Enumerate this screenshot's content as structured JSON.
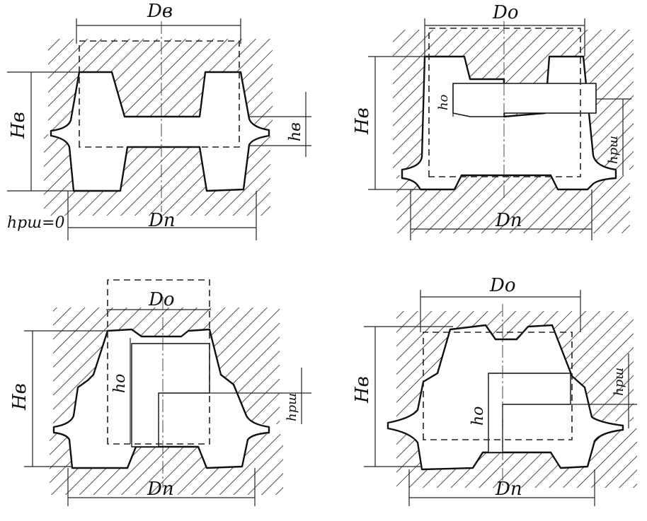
{
  "panels": [
    {
      "id": "top-left",
      "labels": {
        "top_diameter": "Dв",
        "bottom_diameter": "Dп",
        "height": "Hв",
        "gap": "hв",
        "flash": "hрш=0"
      }
    },
    {
      "id": "top-right",
      "labels": {
        "top_diameter": "Dо",
        "bottom_diameter": "Dп",
        "height": "Hв",
        "inner_height": "hо",
        "flash": "hрш"
      }
    },
    {
      "id": "bottom-left",
      "labels": {
        "top_diameter": "Dо",
        "bottom_diameter": "Dп",
        "height": "Hв",
        "inner_height": "hо",
        "flash": "hрш"
      }
    },
    {
      "id": "bottom-right",
      "labels": {
        "top_diameter": "Dо",
        "bottom_diameter": "Dп",
        "height": "Hв",
        "inner_height": "hо",
        "flash": "hрш"
      }
    }
  ],
  "colors": {
    "ink": "#111111",
    "paper": "#ffffff"
  }
}
